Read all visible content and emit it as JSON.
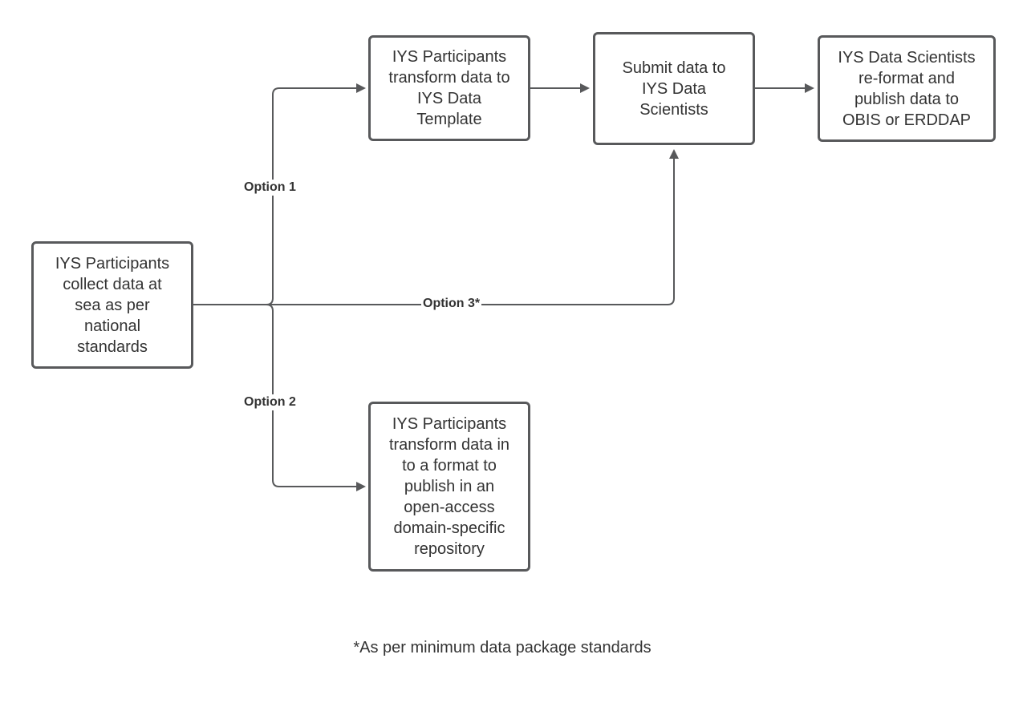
{
  "colors": {
    "line": "#58595b",
    "text": "#333333",
    "background": "#ffffff"
  },
  "nodes": {
    "collect": "IYS Participants\ncollect data at\nsea as per\nnational\nstandards",
    "transform_template": "IYS Participants\ntransform data to\nIYS Data\nTemplate",
    "submit": "Submit data to\nIYS Data\nScientists",
    "publish": "IYS Data Scientists\nre-format and\npublish data to\nOBIS or ERDDAP",
    "transform_repository": "IYS Participants\ntransform data in\nto a format to\npublish in an\nopen-access\ndomain-specific\nrepository"
  },
  "edges": {
    "option1": "Option 1",
    "option2": "Option 2",
    "option3": "Option 3*"
  },
  "footnote": "*As per minimum data package standards"
}
